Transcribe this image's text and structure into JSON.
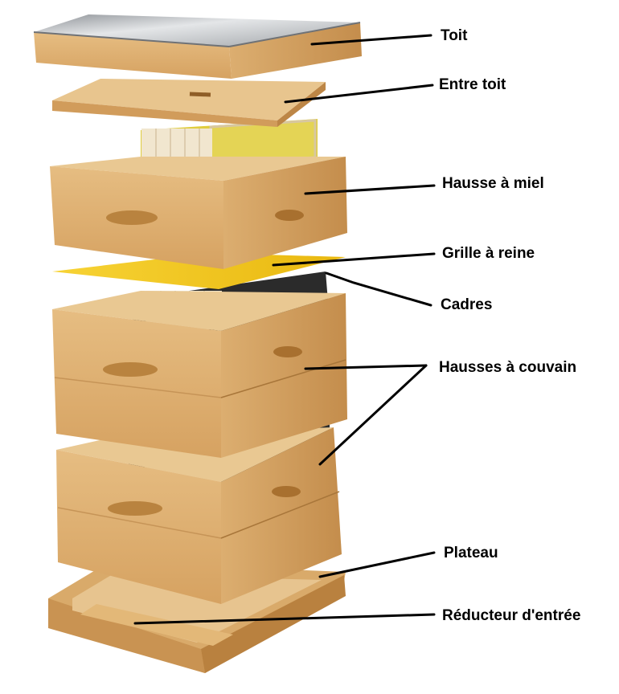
{
  "colors": {
    "wood_light": "#e9c48c",
    "wood_mid": "#d9a866",
    "wood_dark": "#b07a3e",
    "metal": "#b9bcbf",
    "queen_excluder": "#f2c51c",
    "foundation_yellow": "#e2cf4a",
    "foundation_black": "#2c2c2c",
    "frame_wood": "#f1e6cf",
    "leader_line": "#000000"
  },
  "labels": [
    {
      "id": "toit",
      "text": "Toit"
    },
    {
      "id": "entre-toit",
      "text": "Entre toit"
    },
    {
      "id": "hausse-miel",
      "text": "Hausse à miel"
    },
    {
      "id": "grille-reine",
      "text": "Grille à reine"
    },
    {
      "id": "cadres",
      "text": "Cadres"
    },
    {
      "id": "hausses-couvain",
      "text": "Hausses à couvain"
    },
    {
      "id": "plateau",
      "text": "Plateau"
    },
    {
      "id": "reducteur",
      "text": "Réducteur d'entrée"
    }
  ]
}
